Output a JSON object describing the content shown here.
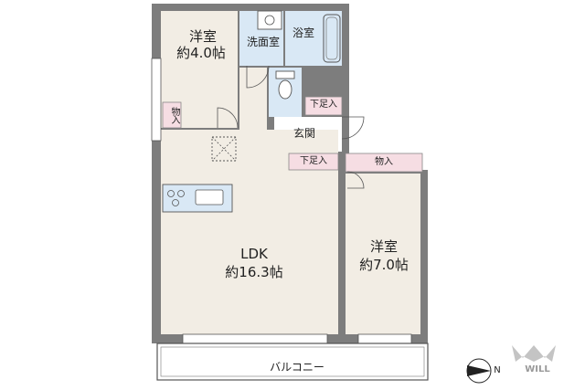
{
  "rooms": {
    "western_room_1": {
      "name": "洋室",
      "size": "約4.0帖"
    },
    "washroom": {
      "name": "洗面室"
    },
    "bathroom": {
      "name": "浴室"
    },
    "shoe_closet_1": {
      "label": "下足入"
    },
    "entrance": {
      "name": "玄関"
    },
    "shoe_closet_2": {
      "label": "下足入"
    },
    "storage_1": {
      "label": "物入"
    },
    "storage_2": {
      "label": "物入"
    },
    "ldk": {
      "name": "LDK",
      "size": "約16.3帖"
    },
    "western_room_2": {
      "name": "洋室",
      "size": "約7.0帖"
    },
    "balcony": {
      "name": "バルコニー"
    }
  },
  "compass": {
    "direction_label": "N",
    "icon": "north-arrow-icon"
  },
  "logo": {
    "text": "WILL",
    "icon": "will-logo-icon"
  },
  "colors": {
    "wall": "#7d7d7d",
    "room_floor": "#f2ede4",
    "wet_area": "#d9e8f5",
    "storage": "#f6dde3",
    "line": "#555555"
  }
}
